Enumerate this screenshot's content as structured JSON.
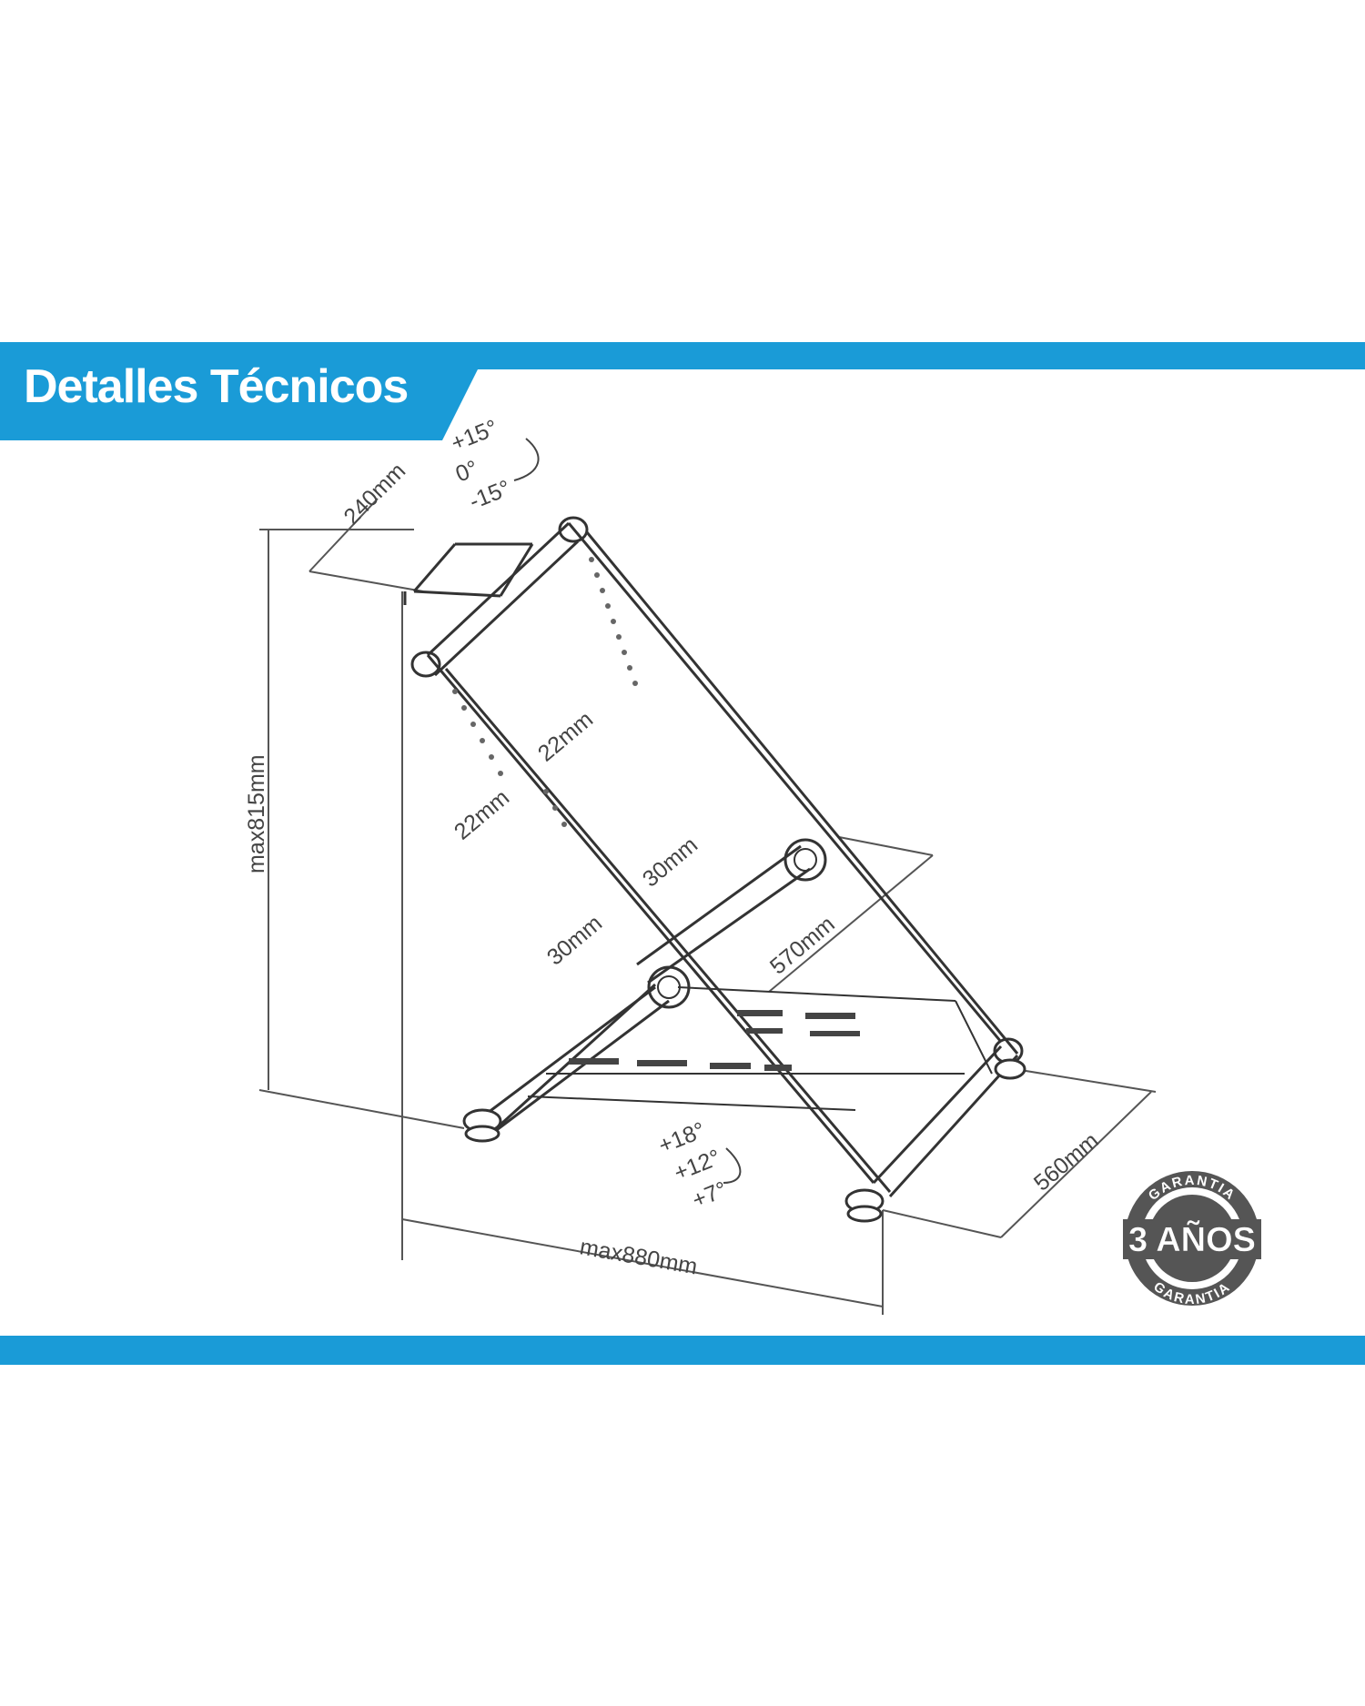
{
  "header": {
    "title": "Detalles Técnicos",
    "accent_color": "#1a9bd7"
  },
  "diagram": {
    "plate_width": "240mm",
    "plate_angles": [
      "+15°",
      "0°",
      "-15°"
    ],
    "height": "max815mm",
    "tube_a_1": "22mm",
    "tube_a_2": "22mm",
    "tube_b_1": "30mm",
    "tube_b_2": "30mm",
    "inner_width": "570mm",
    "pedal_angles": [
      "+18°",
      "+12°",
      "+7°"
    ],
    "length": "max880mm",
    "base_width": "560mm"
  },
  "badge": {
    "top_text": "GARANTIA",
    "center_text": "3 AÑOS",
    "bottom_text": "GARANTIA"
  }
}
